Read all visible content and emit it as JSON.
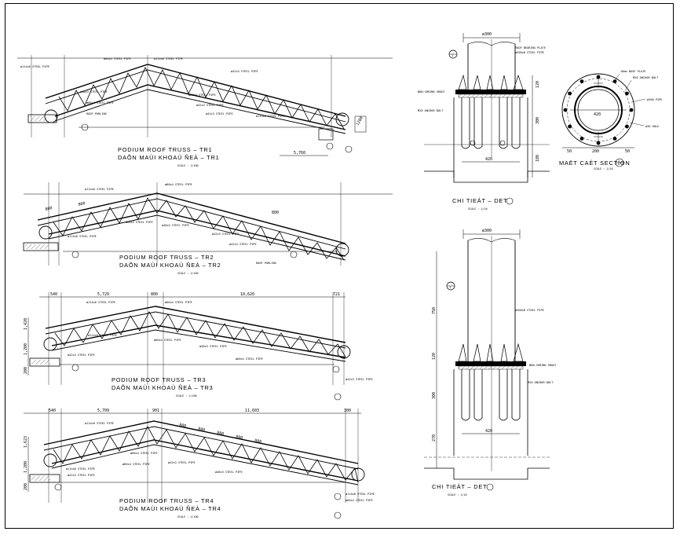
{
  "trusses": [
    {
      "title": "PODIUM ROOF TRUSS – TR1",
      "subtitle": "DAÕN MAÙI KHOAÙ ÑEÀ – TR1",
      "scale": "SCALE : 1/100",
      "dims": [
        "5,760",
        "1200"
      ],
      "notes": [
        "ø114x6 STEEL PIPE",
        "ø60x4 STEEL PIPE",
        "ø114x6 STEEL PIPE",
        "ø42x3 STEEL PIPE",
        "ø48x3 STEEL PIPE",
        "ø60x4 STEEL PIPE",
        "ø60x4 STEEL PIPE",
        "ø42x3 STEEL PIPE",
        "ROOF PURLINS",
        "ø42x3 STEEL PIPE",
        "ø114x6 STEEL PIPE"
      ]
    },
    {
      "title": "PODIUM ROOF TRUSS – TR2",
      "subtitle": "DAÕN MAÙI KHOAÙ ÑEÀ – TR2",
      "scale": "SCALE : 1/100",
      "dims": [
        "800",
        "800",
        "800"
      ],
      "notes": [
        "ø114x6 STEEL PIPE",
        "ø60x4 STEEL PIPE",
        "ø60x4 STEEL PIPE",
        "ø42x3 STEEL PIPE",
        "ø114x6 STEEL PIPE",
        "ø48x3 STEEL PIPE",
        "ø42x3 STEEL PIPE",
        "ROOF PURLINS"
      ]
    },
    {
      "title": "PODIUM ROOF TRUSS – TR3",
      "subtitle": "DAÕN MAÙI KHOAÙ ÑEÀ – TR3",
      "scale": "SCALE : 1/100",
      "dims": [
        "540",
        "5,729",
        "800",
        "10,620",
        "721",
        "1,420",
        "1,200",
        "200"
      ],
      "notes": [
        "ø114x6 STEEL PIPE",
        "ø60x4 STEEL PIPE",
        "ø114x6 STEEL PIPE",
        "ø42x3 STEEL PIPE",
        "ø48x3 STEEL PIPE",
        "ø60x4 STEEL PIPE",
        "ø60x4 STEEL PIPE",
        "ø42x3 STEEL PIPE"
      ]
    },
    {
      "title": "PODIUM ROOF TRUSS – TR4",
      "subtitle": "DAÕN MAÙI KHOAÙ ÑEÀ – TR4",
      "scale": "SCALE : 1/100",
      "dims": [
        "540",
        "5,709",
        "901",
        "11,603",
        "300",
        "800",
        "800",
        "800",
        "800",
        "800",
        "1,623",
        "1,200",
        "200"
      ],
      "notes": [
        "ø114x6 STEEL PIPE",
        "ø60x4 STEEL PIPE",
        "ø60x4 STEEL PIPE",
        "ø114x6 STEEL PIPE",
        "ø42x3 STEEL PIPE",
        "ø48x3 STEEL PIPE",
        "ø42x3 STEEL PIPE",
        "ø114x6 STEEL PIPE",
        "ø60x4 STEEL PIPE"
      ]
    }
  ],
  "details": [
    {
      "title": "CHI TIEÁT – DET",
      "scale": "SCALE : 1/10",
      "marker": "1",
      "dims": [
        "ø300",
        "120",
        "300",
        "180",
        "420"
      ],
      "notes": [
        "ROOF BEARING PLATE",
        "ø300x8 STEEL PIPE",
        "NON-SHRINK GROUT",
        "M20 ANCHOR BOLT"
      ]
    },
    {
      "title": "CHI TIEÁT – DET",
      "scale": "SCALE : 1/10",
      "marker": "1",
      "dims": [
        "ø300",
        "750",
        "120",
        "300",
        "270",
        "420"
      ],
      "notes": [
        "ø300x8 STEEL PIPE",
        "NON-SHRINK GROUT",
        "M20 ANCHOR BOLT"
      ]
    }
  ],
  "section": {
    "title": "MAËT CAÉT SECTION",
    "scale": "SCALE : 1/10",
    "marker": "1",
    "dims": [
      "420",
      "50",
      "200",
      "50"
    ],
    "notes": [
      "10mm BASE PLATE",
      "M20 ANCHOR BOLT",
      "ø300 PIPE",
      "ø30 HOLE"
    ]
  }
}
